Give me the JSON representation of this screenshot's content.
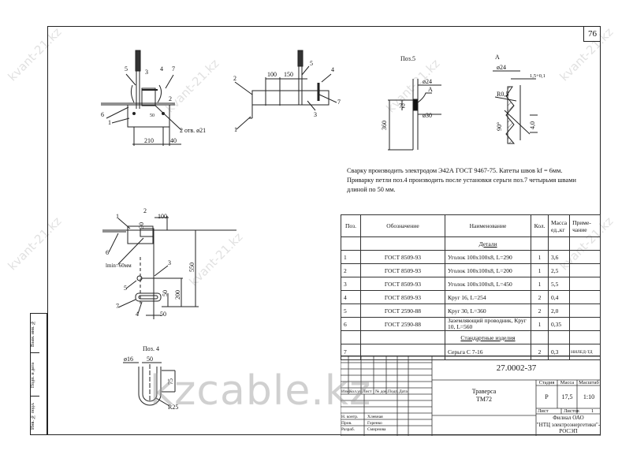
{
  "sheet_number": "76",
  "watermark_main": "kzcable.kz",
  "watermark_repeat": "kvant-21.kz",
  "side_strip": [
    "Взам. инв. №",
    "Подп. и дата",
    "Инв. № подл."
  ],
  "views": {
    "front": {
      "labels": [
        "5",
        "3",
        "4",
        "7",
        "2",
        "6",
        "1",
        "2 отв. ø21",
        "210",
        "40",
        "50"
      ]
    },
    "side": {
      "labels": [
        "2",
        "100",
        "150",
        "5",
        "4",
        "7",
        "3",
        "1"
      ]
    },
    "pos5": {
      "title": "Поз.5",
      "labels": [
        "ø24",
        "A",
        "72",
        "360",
        "ø30"
      ]
    },
    "detailA": {
      "title": "А",
      "labels": [
        "ø24",
        "1,5+0,1",
        "R0,5",
        "90°",
        "4,0"
      ]
    },
    "plan": {
      "labels": [
        "1",
        "2",
        "100",
        "30",
        "6",
        "lmin=60мм",
        "3",
        "550",
        "5",
        "50",
        "200",
        "7",
        "4",
        "50"
      ]
    },
    "pos4": {
      "title": "Поз. 4",
      "labels": [
        "ø16",
        "50",
        "75",
        "R25"
      ]
    }
  },
  "notes": [
    "Сварку производить электродом Э42А ГОСТ 9467-75.  Катеты швов kf = 6мм.",
    "Приварку петли поз.4 производить после установки серьги поз.7 четырьмя швами",
    "длиной по 50 мм."
  ],
  "spec_table": {
    "headers": [
      "Поз.",
      "Обозначение",
      "Наименование",
      "Кол.",
      "Масса ед.,кг",
      "Приме-чание"
    ],
    "section_details": "Детали",
    "rows": [
      [
        "1",
        "ГОСТ 8509-93",
        "Уголок 100х100х8, L=290",
        "1",
        "3,6",
        ""
      ],
      [
        "2",
        "ГОСТ 8509-93",
        "Уголок 100х100х8, L=200",
        "1",
        "2,5",
        ""
      ],
      [
        "3",
        "ГОСТ 8509-93",
        "Уголок 100х100х8, L=450",
        "1",
        "5,5",
        ""
      ],
      [
        "4",
        "ГОСТ 8509-93",
        "Круг 16, L=254",
        "2",
        "0,4",
        ""
      ],
      [
        "5",
        "ГОСТ 2590-88",
        "Круг 30, L=360",
        "2",
        "2,0",
        ""
      ],
      [
        "6",
        "ГОСТ 2590-88",
        "Заземляющий проводник, Круг 10, L=560",
        "1",
        "0,35",
        ""
      ]
    ],
    "section_standard": "Стандартные изделия",
    "rows_standard": [
      [
        "7",
        "",
        "Серьга С 7-16",
        "2",
        "0,3",
        "НИЛЕД-ТД"
      ]
    ]
  },
  "title_block": {
    "code": "27.0002-37",
    "name_line1": "Траверса",
    "name_line2": "ТМ72",
    "col_labels": [
      "Изм.",
      "Кол.уч.",
      "Лист",
      "№ док.",
      "Подп.",
      "Дата"
    ],
    "roles": [
      "Н. контр.",
      "Пров.",
      "Разраб."
    ],
    "people": [
      "Хлевная",
      "Горенко",
      "Смирнова"
    ],
    "stage_label": "Стадия",
    "mass_label": "Масса",
    "scale_label": "Масштаб",
    "stage": "Р",
    "mass": "17,5",
    "scale": "1:10",
    "sheet_label": "Лист",
    "sheets_label": "Листов",
    "sheets": "1",
    "org_line1": "Филиал ОАО",
    "org_line2": "\"НТЦ электроэнергетики\"-",
    "org_line3": "РОСЭП"
  }
}
